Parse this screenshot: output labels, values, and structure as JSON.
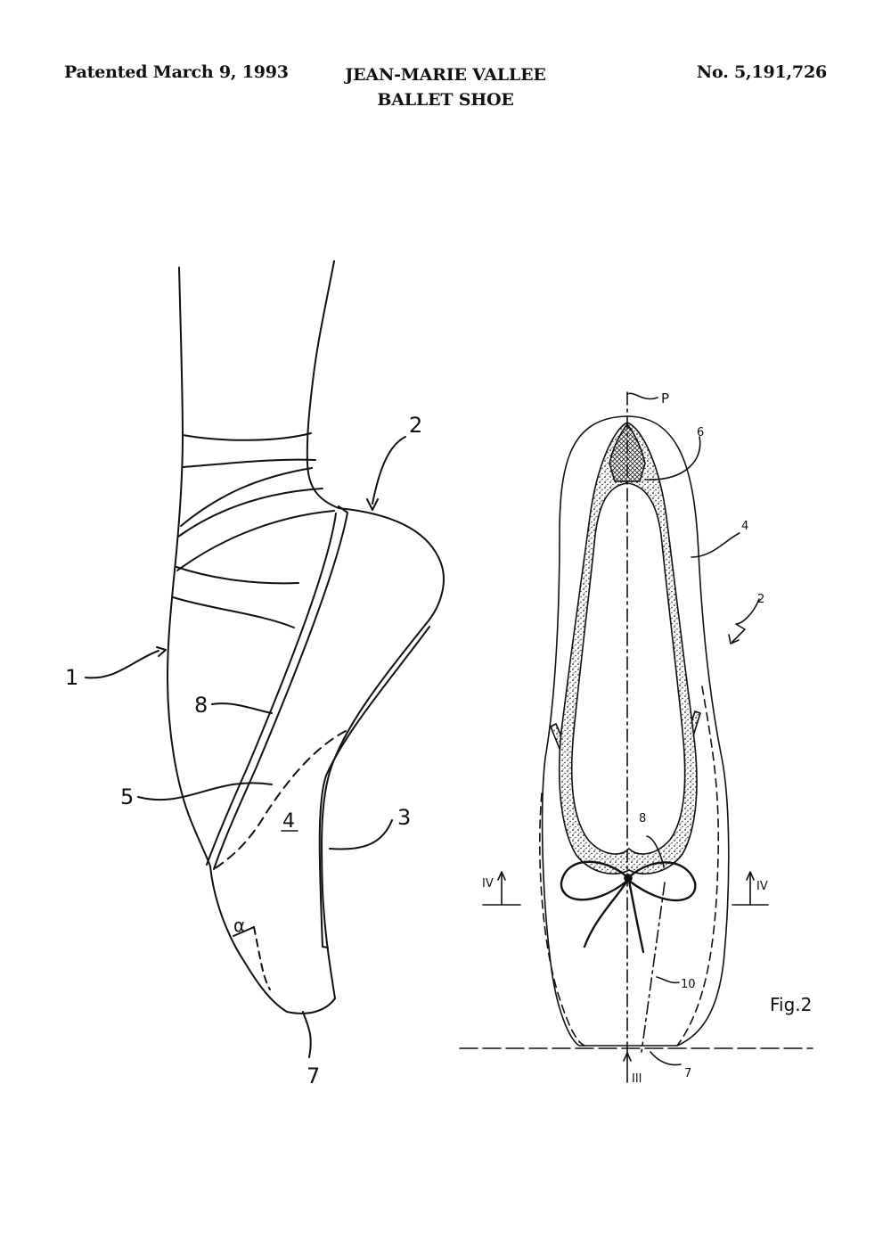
{
  "header": {
    "left": "Patented March 9, 1993",
    "inventor": "JEAN-MARIE VALLEE",
    "title": "BALLET SHOE",
    "right": "No. 5,191,726"
  },
  "fig1": {
    "labels": {
      "leg": "1",
      "shoe": "2",
      "shank": "3",
      "sole_region": "4",
      "edge": "5",
      "tip": "7",
      "drawstring": "8",
      "angle": "α"
    }
  },
  "fig2": {
    "title": "Fig.2",
    "labels": {
      "plane": "P",
      "shoe": "2",
      "upper": "4",
      "toe_box": "6",
      "drawstring": "8",
      "axis": "10",
      "tip": "7",
      "section_left": "IV",
      "section_right": "IV",
      "view_arrow": "III"
    }
  }
}
